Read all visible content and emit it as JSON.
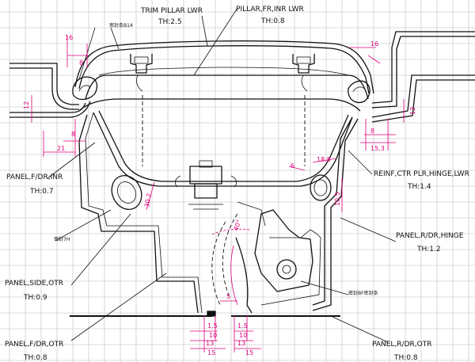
{
  "labels": {
    "trim_pillar": "TRIM PILLAR LWR",
    "trim_pillar_th": "TH:2.5",
    "pillar_fr_inr": "PILLAR,FR,INR LWR",
    "pillar_fr_inr_th": "TH:0.8",
    "panel_f_dr_inr": "PANEL,F/DR,INR",
    "panel_f_dr_inr_th": "TH:0.7",
    "reinf_ctr_plr": "REINF,CTR PLR,HINGE,LWR",
    "reinf_ctr_plr_th": "TH:1.4",
    "panel_r_dr_hinge": "PANEL,R/DR,HINGE",
    "panel_r_dr_hinge_th": "TH:1.2",
    "panel_side_otr": "PANEL,SIDE,OTR",
    "panel_side_otr_th": "TH:0.9",
    "panel_f_dr_otr": "PANEL,F/DR,OTR",
    "panel_f_dr_otr_th": "TH:0.8",
    "panel_r_dr_otr": "PANEL,R/DR,OTR",
    "panel_r_dr_otr_th": "TH:0.8",
    "seal_note_top": "密封条B14",
    "seal_note_left": "密封7H",
    "seal_note_bottom": "密封BF密封条"
  },
  "dimensions": {
    "d_16_left": "16",
    "d_8_left_top": "8",
    "d_12_left": "12",
    "d_8_left_mid": "8",
    "d_21": "21",
    "d_16_right": "16",
    "d_12_right": "12",
    "d_8_right": "8",
    "d_15_3": "15.3",
    "d_18_8": "18.8",
    "d_6": "6",
    "d_30_2": "30.2",
    "d_10_5": "10.5",
    "d_40": "40°",
    "d_5": "5",
    "d_1_5": "1.5",
    "d_10": "10",
    "d_13": "13",
    "d_15": "15",
    "d_b_1_5": "1.5",
    "d_b_10": "10",
    "d_b_13": "13",
    "d_b_15": "15"
  },
  "colors": {
    "line": "#111111",
    "dimension": "#e0007a",
    "grid": "#bdbdbd",
    "background": "#ffffff"
  }
}
